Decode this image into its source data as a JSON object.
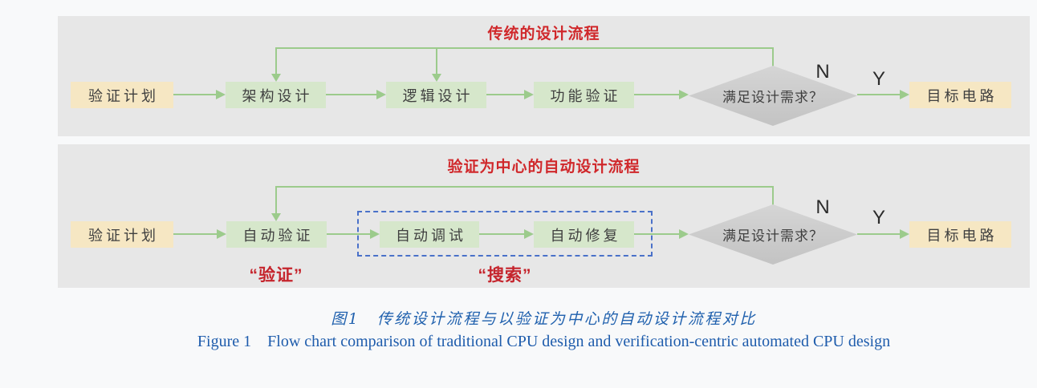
{
  "colors": {
    "page_bg": "#f8f9fa",
    "panel_bg": "#e7e7e7",
    "start_end_fill": "#f6e7c3",
    "process_fill": "#d6e7cb",
    "diamond_fill": "#c9c9c9",
    "arrow_green": "#9ccb8c",
    "accent_red": "#d0282b",
    "dashed_blue": "#4a71c9",
    "caption_blue": "#2061ae"
  },
  "panels": [
    {
      "title": "传统的设计流程",
      "start": "验证计划",
      "steps": [
        "架构设计",
        "逻辑设计",
        "功能验证"
      ],
      "decision": "满足设计需求？",
      "no_label": "N",
      "yes_label": "Y",
      "end": "目标电路"
    },
    {
      "title": "验证为中心的自动设计流程",
      "start": "验证计划",
      "steps": [
        "自动验证",
        "自动调试",
        "自动修复"
      ],
      "decision": "满足设计需求？",
      "no_label": "N",
      "yes_label": "Y",
      "end": "目标电路",
      "annotation_verify": "“验证”",
      "annotation_search": "“搜索”"
    }
  ],
  "caption": {
    "zh": "图1　传统设计流程与以验证为中心的自动设计流程对比",
    "en": "Figure 1    Flow chart comparison of traditional CPU design and verification-centric automated CPU design"
  }
}
